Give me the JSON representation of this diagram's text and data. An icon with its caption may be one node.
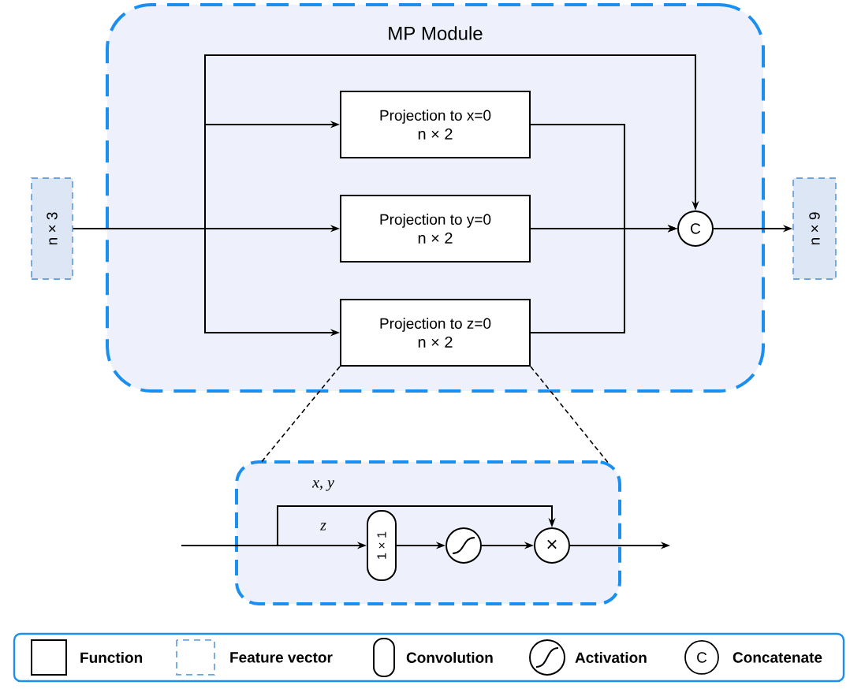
{
  "diagram": {
    "nodes": [
      {
        "text": [
          "MP Module"
        ]
      },
      {
        "text": [
          "n × 3"
        ]
      },
      {
        "text": [
          "Projection to x=0",
          "n × 2"
        ],
        "in": 0
      },
      {
        "text": [
          "Projection to y=0",
          "n × 2"
        ],
        "in": 0
      },
      {
        "text": [
          "Projection to z=0",
          "n × 2"
        ],
        "in": 0
      },
      {
        "text": [
          "C"
        ],
        "in": 0
      },
      {
        "text": [
          "n × 9"
        ]
      },
      {
        "text": [],
        "shape": "box"
      },
      {
        "text": [
          "1 × 1"
        ],
        "in": 7
      },
      {
        "text": [],
        "shape": "circle",
        "in": 7
      },
      {
        "text": [
          "×"
        ],
        "in": 7
      }
    ],
    "edges": [
      {
        "from": 1,
        "to": 2,
        "arrow": "to"
      },
      {
        "from": 1,
        "to": 3,
        "arrow": "to"
      },
      {
        "from": 1,
        "to": 4,
        "arrow": "to"
      },
      {
        "from": 1,
        "to": 5,
        "arrow": "to"
      },
      {
        "from": 2,
        "to": 5,
        "arrow": "to"
      },
      {
        "from": 3,
        "to": 5,
        "arrow": "to"
      },
      {
        "from": 4,
        "to": 5,
        "arrow": "to"
      },
      {
        "from": 5,
        "to": 6,
        "arrow": "to"
      },
      {
        "from": null,
        "to": 8,
        "arrow": "to",
        "label": "z"
      },
      {
        "from": null,
        "to": 10,
        "arrow": "to",
        "label": "x, y"
      },
      {
        "from": 8,
        "to": 9,
        "arrow": "to"
      },
      {
        "from": 9,
        "to": 10,
        "arrow": "to"
      },
      {
        "from": 10,
        "to": null,
        "arrow": "to"
      },
      {
        "from": 4,
        "to": 7,
        "arrow": "none",
        "style": "dashed"
      },
      {
        "from": 4,
        "to": 7,
        "arrow": "none",
        "style": "dashed"
      }
    ],
    "labels": [
      "C"
    ],
    "legend": [
      {
        "text": "Function"
      },
      {
        "text": "Feature vector"
      },
      {
        "text": "Convolution"
      },
      {
        "text": "Activation"
      },
      {
        "text": "Concatenate"
      }
    ]
  }
}
